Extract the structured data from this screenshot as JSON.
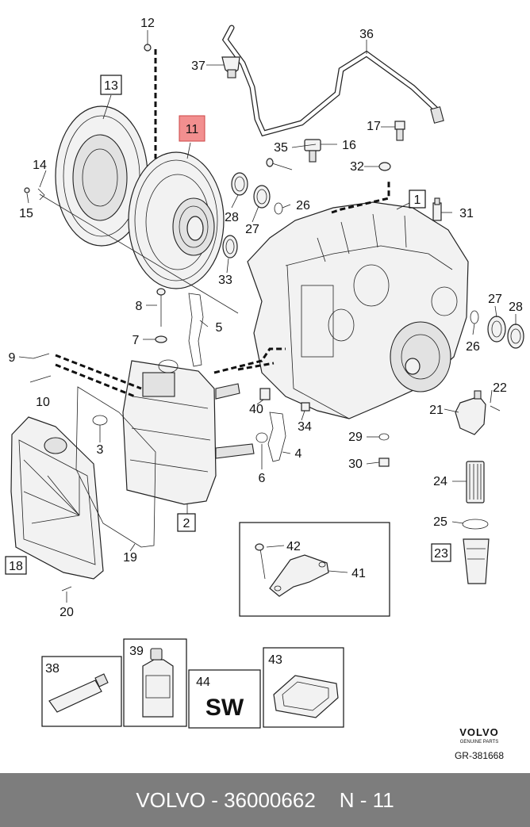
{
  "labels": {
    "p1": "1",
    "p2": "2",
    "p3": "3",
    "p4": "4",
    "p5": "5",
    "p6": "6",
    "p7": "7",
    "p8": "8",
    "p9": "9",
    "p10": "10",
    "p11": "11",
    "p12": "12",
    "p13": "13",
    "p14": "14",
    "p15": "15",
    "p16": "16",
    "p17": "17",
    "p18": "18",
    "p19": "19",
    "p20": "20",
    "p21": "21",
    "p22": "22",
    "p23": "23",
    "p24": "24",
    "p25": "25",
    "p26": "26",
    "p26b": "26",
    "p27": "27",
    "p27b": "27",
    "p28": "28",
    "p28b": "28",
    "p29": "29",
    "p30": "30",
    "p31": "31",
    "p32": "32",
    "p33": "33",
    "p34": "34",
    "p35": "35",
    "p36": "36",
    "p37": "37",
    "p38": "38",
    "p39": "39",
    "p40": "40",
    "p41": "41",
    "p42": "42",
    "p43": "43",
    "p44": "44"
  },
  "sw_text": "SW",
  "brand": {
    "name": "VOLVO",
    "tagline": "GENUINE PARTS"
  },
  "diagram_ref": "GR-381668",
  "footer": {
    "part_line": "VOLVO - 36000662",
    "position": "N - 11"
  },
  "colors": {
    "highlight": "#f28f8f",
    "footer_bg": "#7d7d7d"
  }
}
